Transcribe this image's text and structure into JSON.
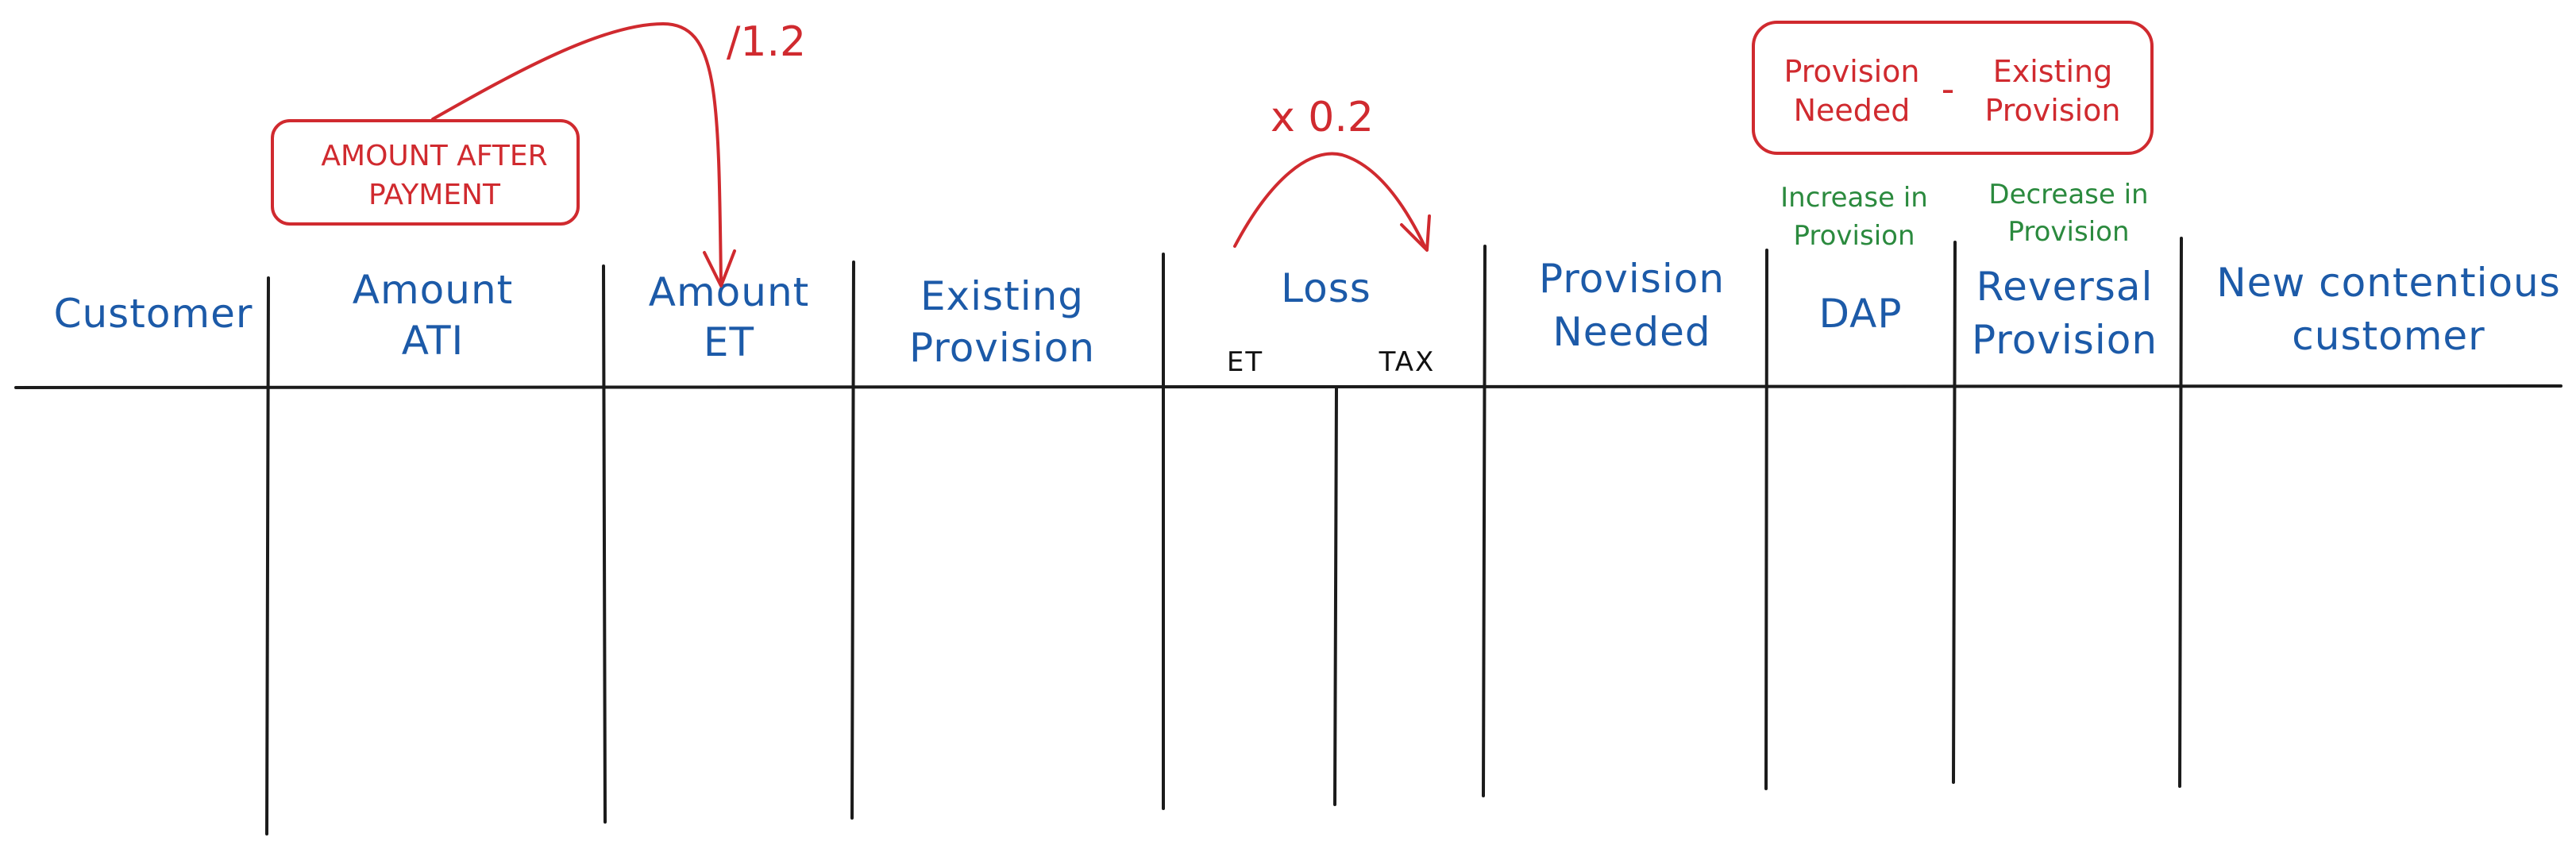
{
  "colors": {
    "header_text": "#1c5aa8",
    "annotation_red": "#d02a2f",
    "annotation_green": "#2b8a3e",
    "line": "#1b1b1b"
  },
  "columns": [
    {
      "id": "customer",
      "lines": [
        "Customer"
      ]
    },
    {
      "id": "amount-ati",
      "lines": [
        "Amount",
        "ATI"
      ]
    },
    {
      "id": "amount-et",
      "lines": [
        "Amount",
        "ET"
      ]
    },
    {
      "id": "existing-provision",
      "lines": [
        "Existing",
        "Provision"
      ]
    },
    {
      "id": "loss",
      "lines": [
        "Loss"
      ]
    },
    {
      "id": "provision-needed",
      "lines": [
        "Provision",
        "Needed"
      ]
    },
    {
      "id": "dap",
      "lines": [
        "DAP"
      ]
    },
    {
      "id": "reversal-provision",
      "lines": [
        "Reversal",
        "Provision"
      ]
    },
    {
      "id": "new-contentious-customer",
      "lines": [
        "New contentious",
        "customer"
      ]
    }
  ],
  "loss_subcolumns": {
    "et": "ET",
    "tax": "TAX"
  },
  "annotations": {
    "amount_after_payment": [
      "AMOUNT AFTER",
      "PAYMENT"
    ],
    "divide_label": "/1.2",
    "multiply_label": "x 0.2",
    "formula": {
      "left": [
        "Provision",
        "Needed"
      ],
      "operator": "-",
      "right": [
        "Existing",
        "Provision"
      ]
    },
    "increase_in_provision": [
      "Increase in",
      "Provision"
    ],
    "decrease_in_provision": [
      "Decrease in",
      "Provision"
    ]
  }
}
